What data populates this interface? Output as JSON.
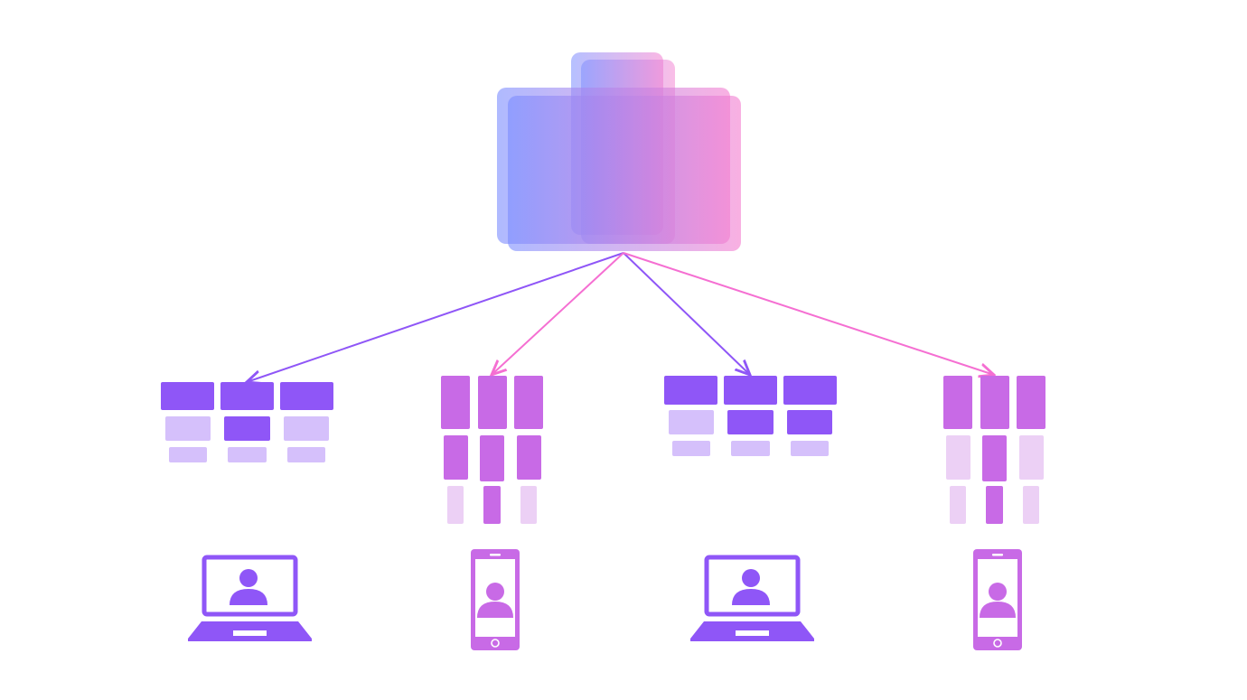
{
  "colors": {
    "violet": "#8f56f7",
    "violet_light": "#d5c0fb",
    "magenta": "#c86ae6",
    "magenta_light": "#ecd0f5",
    "pink_arrow": "#f56fd2",
    "gradient_start": "#7a8cff",
    "gradient_end": "#f47ccf",
    "background": "#ffffff"
  },
  "source": {
    "icon": "stacked-layers-icon"
  },
  "connections": [
    {
      "from": "source",
      "to": "layout-1",
      "color": "violet"
    },
    {
      "from": "source",
      "to": "layout-2",
      "color": "pink_arrow"
    },
    {
      "from": "source",
      "to": "layout-3",
      "color": "violet"
    },
    {
      "from": "source",
      "to": "layout-4",
      "color": "pink_arrow"
    }
  ],
  "targets": [
    {
      "id": "layout-1",
      "layout": "desktop-grid",
      "device": "laptop-icon",
      "user": "user-icon"
    },
    {
      "id": "layout-2",
      "layout": "mobile-columns",
      "device": "phone-icon",
      "user": "user-icon"
    },
    {
      "id": "layout-3",
      "layout": "desktop-grid",
      "device": "laptop-icon",
      "user": "user-icon"
    },
    {
      "id": "layout-4",
      "layout": "mobile-columns",
      "device": "phone-icon",
      "user": "user-icon"
    }
  ]
}
